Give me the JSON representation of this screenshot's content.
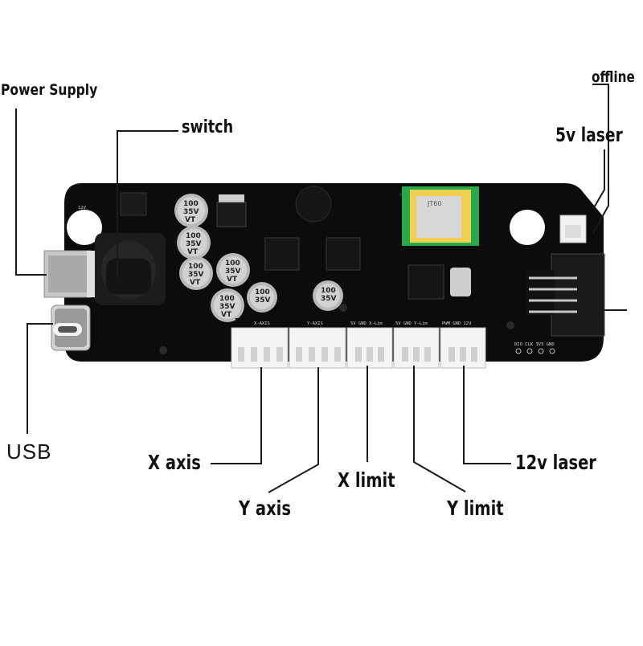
{
  "labels": {
    "power_supply": "Power Supply",
    "switch": "switch",
    "offline": "offline",
    "laser_5v": "5v laser",
    "usb": "USB",
    "x_axis": "X axis",
    "y_axis": "Y axis",
    "x_limit": "X limit",
    "y_limit": "Y limit",
    "laser_12v": "12v laser"
  },
  "board": {
    "silk": {
      "x_axis": "X-AXIS",
      "y_axis": "Y-AXIS",
      "x_lim": "5V GND X-Lim",
      "y_lim": "5V GND Y-Lim",
      "pwm": "PWM GND 12V",
      "bottom_header": "DIO CLK 3V3 GND",
      "v12": "12V"
    },
    "capacitor_text": [
      "100",
      "35V",
      "VT"
    ],
    "module_text": "JT60"
  },
  "colors": {
    "board": "#0c0c0c",
    "line": "#1a1a1a",
    "module": "#f1cf50",
    "module_green": "#27a84a"
  }
}
